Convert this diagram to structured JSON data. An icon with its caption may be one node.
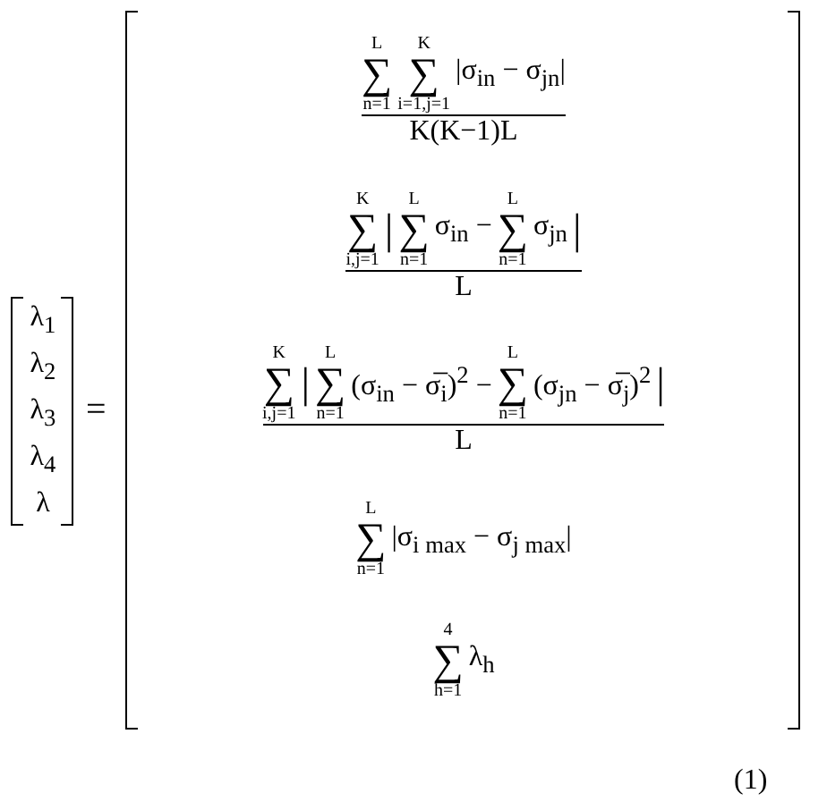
{
  "diagram": {
    "labels": [
      "λ$_{1}$",
      "λ$_{2}$",
      "λ$_{3}$",
      "λ$_{4}$",
      "λ",
      "=",
      "L",
      "∑",
      "n=1",
      "K",
      "∑",
      "i=1,j=1",
      "|σ$_{in}$ − σ$_{jn}$|",
      "K(K−1)L",
      "K",
      "∑",
      "i,j=1",
      "|",
      "L",
      "∑",
      "n=1",
      "σ$_{in}$ −",
      "L",
      "∑",
      "n=1",
      "σ$_{jn}$",
      "|",
      "L",
      "K",
      "∑",
      "i,j=1",
      "|",
      "L",
      "∑",
      "n=1",
      "(σ$_{in}$ − σ̅$_{i}$)$^{2}$ −",
      "L",
      "∑",
      "n=1",
      "(σ$_{jn}$ − σ̅$_{j}$)$^{2}$",
      "|",
      "L",
      "L",
      "∑",
      "n=1",
      "|σ$_{i max}$ − σ$_{j max}$|",
      "4",
      "∑",
      "h=1",
      "λ$_{h}$",
      "(1)"
    ]
  }
}
